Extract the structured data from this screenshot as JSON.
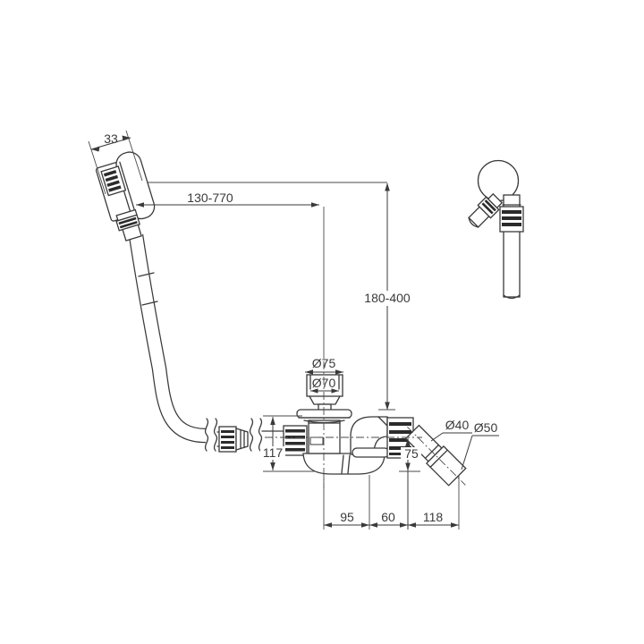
{
  "drawing": {
    "background": "#ffffff",
    "line_color": "#3a3a3a",
    "labels": {
      "overflow_depth": "33",
      "overflow_hose_length": "130-770",
      "install_height_range": "180-400",
      "waste_plug_outer": "Ø75",
      "waste_plug_inner": "Ø70",
      "trap_height": "117",
      "outlet_height": "75",
      "outlet_small_dia": "Ø40",
      "outlet_large_dia": "Ø50",
      "span_waste_to_trap": "95",
      "span_trap_to_elbow": "60",
      "span_elbow_to_outlet": "118"
    }
  }
}
